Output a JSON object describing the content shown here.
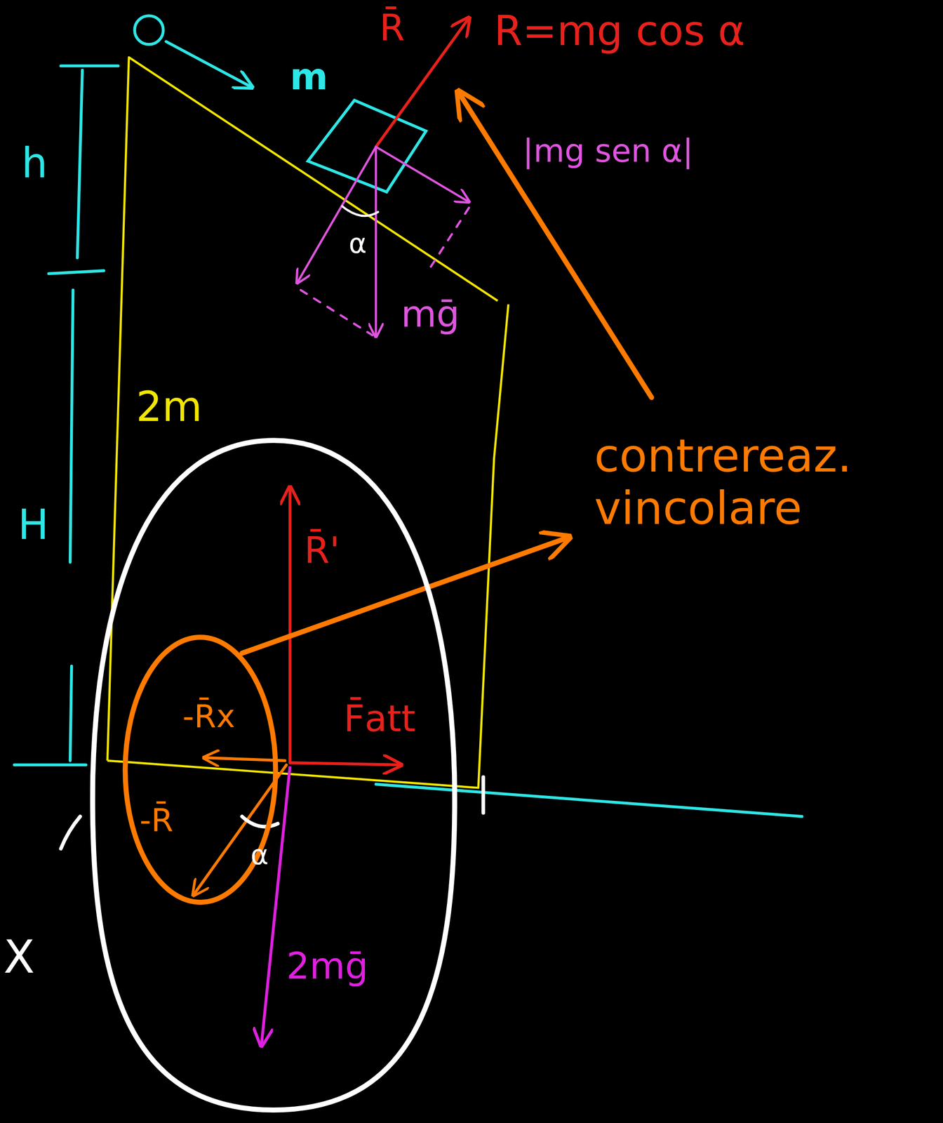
{
  "diagram": {
    "nodes": [
      {
        "text": [
          "R̄'",
          "F̄att",
          "2mḡ"
        ]
      },
      {
        "text": [
          "-R̄x",
          "-R̄"
        ],
        "in": 0
      }
    ],
    "labels": [
      "R̄",
      "R=mg cos α",
      "m",
      "|mg sen α|",
      "α",
      "mḡ",
      "h",
      "H",
      "2m",
      "α",
      "contrereaz. vincolare",
      "X"
    ]
  }
}
